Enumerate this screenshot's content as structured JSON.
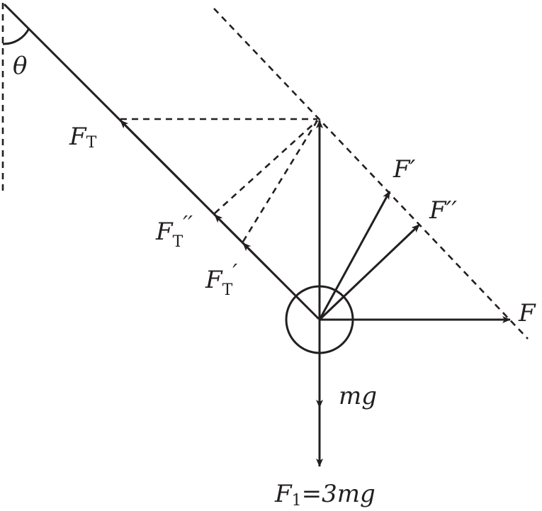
{
  "labels": {
    "theta": "θ",
    "ft_main": "F",
    "ft_main_sub": "T",
    "ft_double_prime": "F",
    "ft_double_prime_sub": "T",
    "ft_double_prime_mark": "′′",
    "ft_prime": "F",
    "ft_prime_sub": "T",
    "ft_prime_mark": "′",
    "f_prime": "F′",
    "f_double_prime": "F′′",
    "f": "F",
    "mg": "mg",
    "f1_italic": "F",
    "f1_sub": "1",
    "f1_rest": "=3mg"
  },
  "colors": {
    "ink": "#231f20",
    "background": "#ffffff"
  }
}
